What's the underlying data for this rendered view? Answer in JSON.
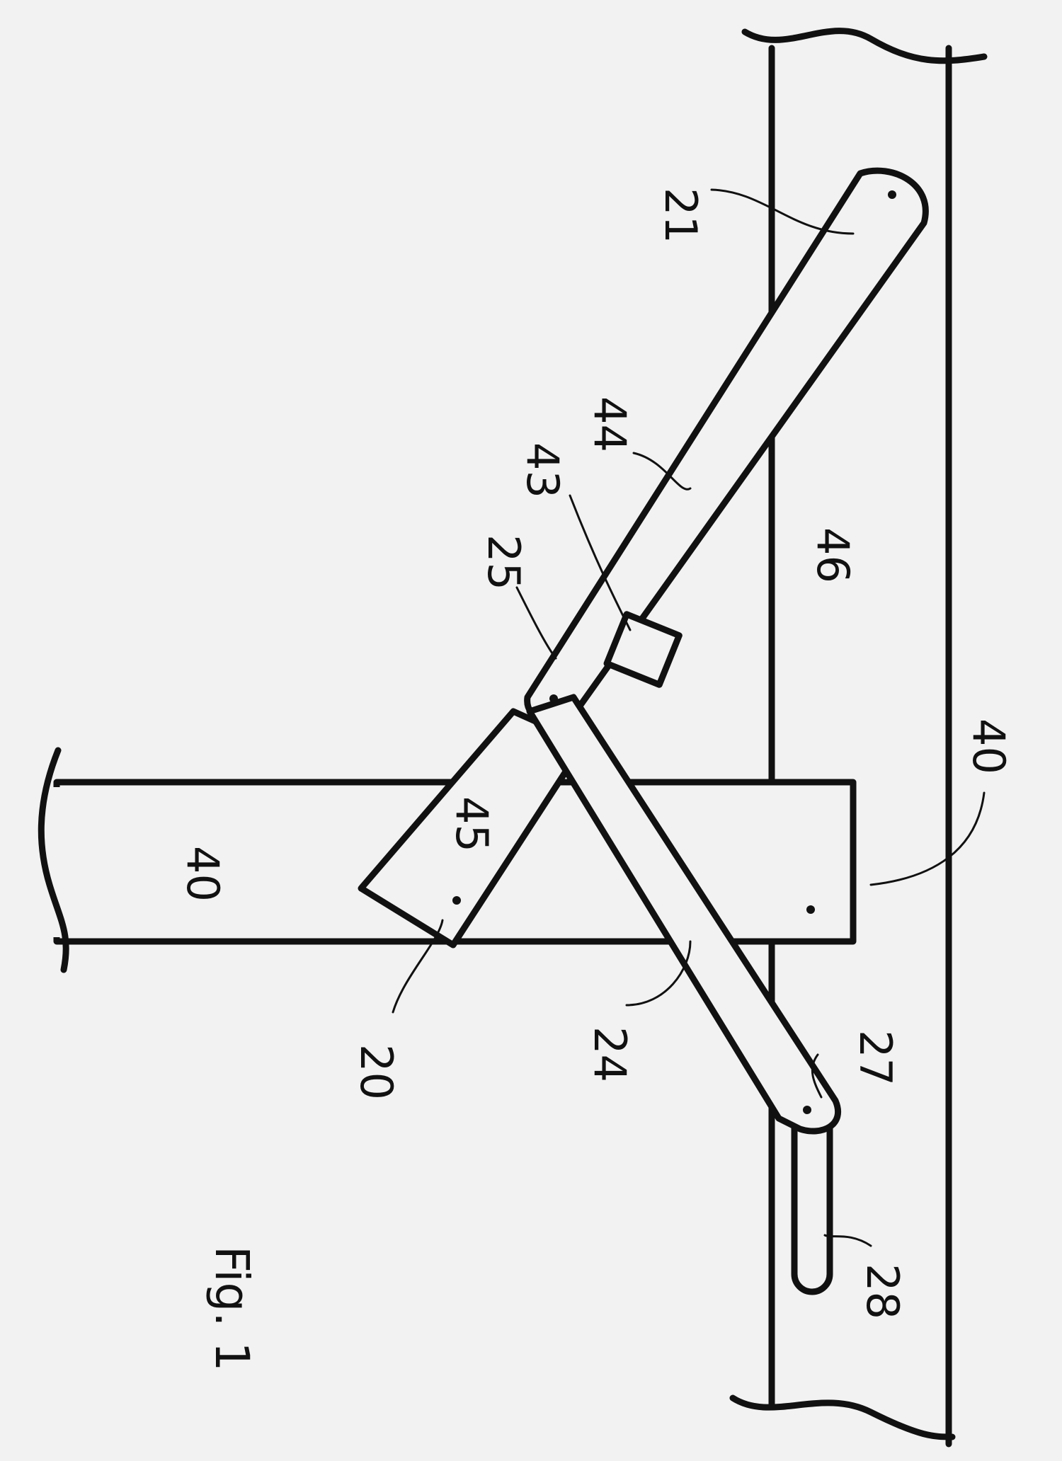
{
  "figure": {
    "caption": "Fig. 1"
  },
  "references": {
    "r21": "21",
    "r44": "44",
    "r43": "43",
    "r25": "25",
    "r46": "46",
    "r45": "45",
    "r40a": "40",
    "r40b": "40",
    "r20": "20",
    "r24": "24",
    "r27": "27",
    "r28": "28"
  },
  "colors": {
    "ink": "#111111",
    "paper": "#f2f2f2"
  }
}
